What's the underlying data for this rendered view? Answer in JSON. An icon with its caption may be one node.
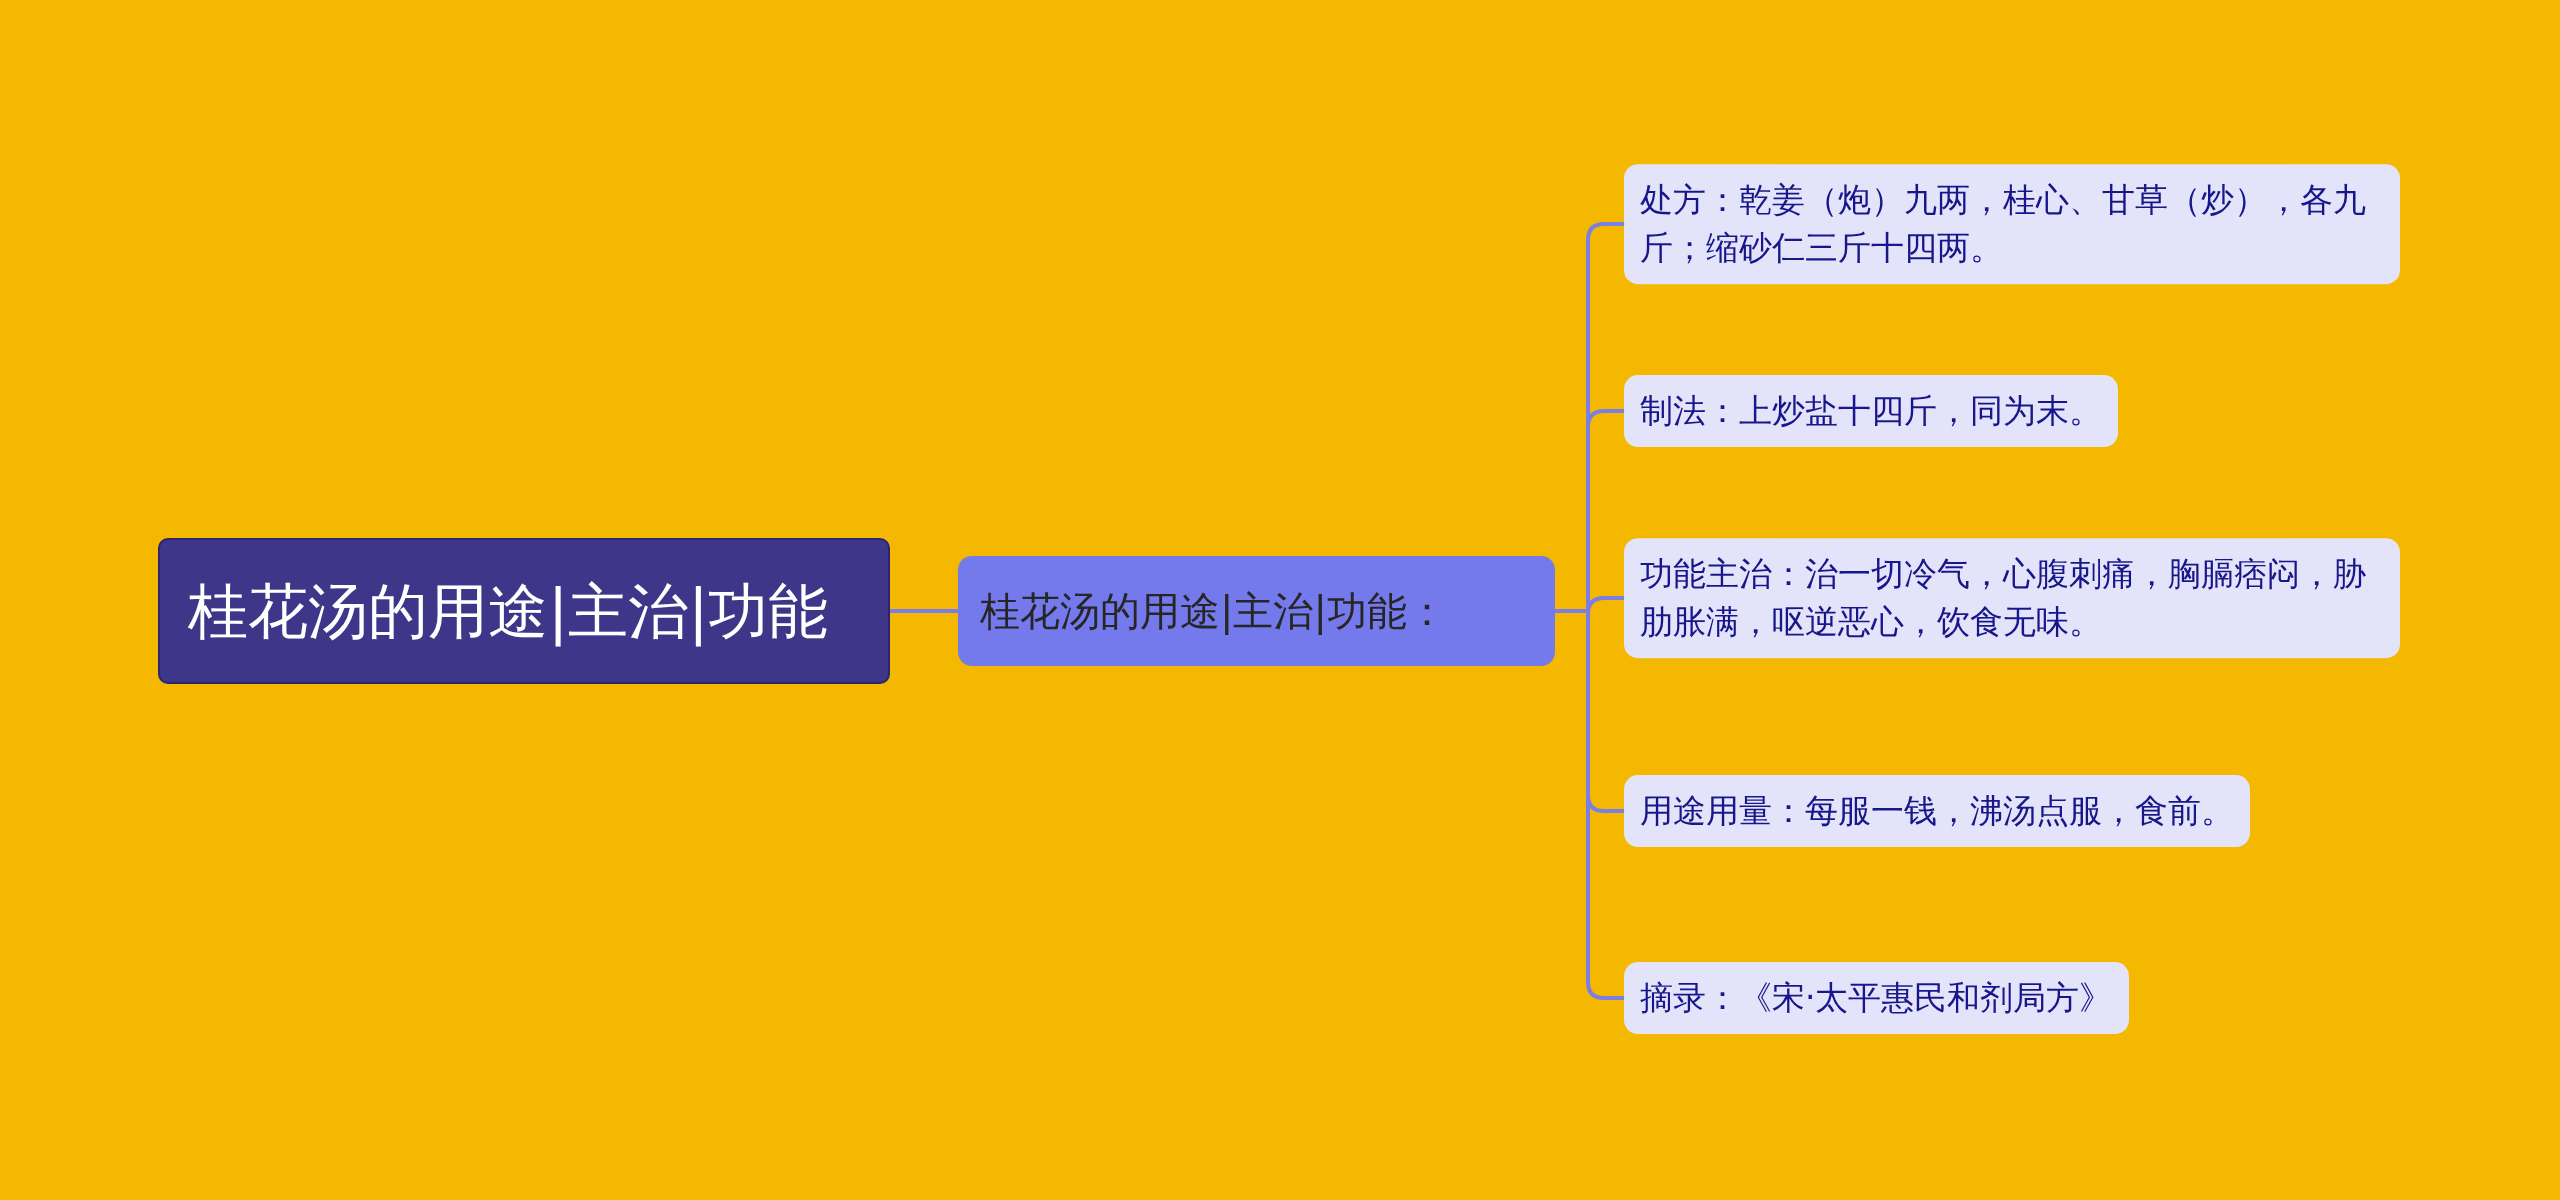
{
  "diagram": {
    "nodes": [
      {
        "text": [
          "桂花汤的用途|主治|功能"
        ]
      },
      {
        "text": [
          "桂花汤的用途|主治|功能："
        ]
      },
      {
        "text": [
          "处方：乾姜（炮）九两，桂心、甘草（炒），各九斤；缩砂仁三斤十四两。"
        ]
      },
      {
        "text": [
          "制法：上炒盐十四斤，同为末。"
        ]
      },
      {
        "text": [
          "功能主治：治一切冷气，心腹刺痛，胸膈痞闷，胁肋胀满，呕逆恶心，饮食无味。"
        ]
      },
      {
        "text": [
          "用途用量：每服一钱，沸汤点服，食前。"
        ]
      },
      {
        "text": [
          "摘录：《宋·太平惠民和剂局方》"
        ]
      }
    ],
    "edges": [
      {
        "from": 0,
        "to": 1,
        "arrow": "none"
      },
      {
        "from": 1,
        "to": 2,
        "arrow": "none"
      },
      {
        "from": 1,
        "to": 3,
        "arrow": "none"
      },
      {
        "from": 1,
        "to": 4,
        "arrow": "none"
      },
      {
        "from": 1,
        "to": 5,
        "arrow": "none"
      },
      {
        "from": 1,
        "to": 6,
        "arrow": "none"
      }
    ]
  }
}
